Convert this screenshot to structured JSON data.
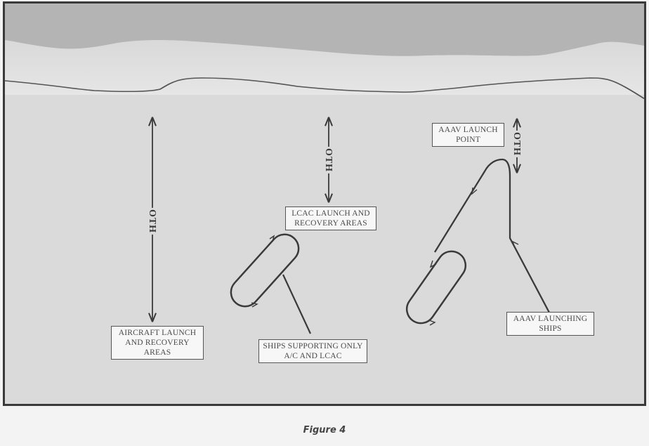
{
  "figure": {
    "caption": "Figure 4",
    "colors": {
      "land": "#b4b4b4",
      "shore": "#e2e2e2",
      "sea": "#dadada",
      "line": "#3a3a3a",
      "label_bg": "#f7f7f7"
    }
  },
  "labels": {
    "aircraft": {
      "line1": "AIRCRAFT LAUNCH",
      "line2": "AND RECOVERY",
      "line3": "AREAS"
    },
    "lcac": {
      "line1": "LCAC LAUNCH AND",
      "line2": "RECOVERY AREAS"
    },
    "ships_support": {
      "line1": "SHIPS SUPPORTING ONLY",
      "line2": "A/C AND LCAC"
    },
    "aaav_point": {
      "line1": "AAAV LAUNCH",
      "line2": "POINT"
    },
    "aaav_ships": {
      "line1": "AAAV LAUNCHING",
      "line2": "SHIPS"
    }
  },
  "oth_markers": [
    {
      "id": "aircraft-oth",
      "text": "OTH"
    },
    {
      "id": "lcac-oth",
      "text": "OTH"
    },
    {
      "id": "aaav-oth",
      "text": "OTH"
    }
  ]
}
